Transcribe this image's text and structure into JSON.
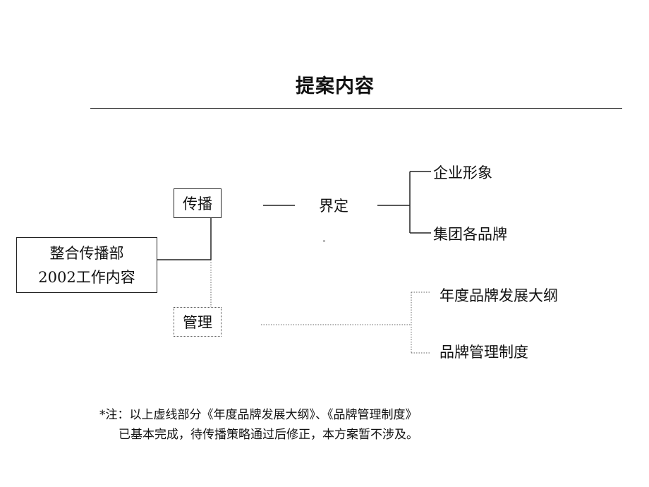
{
  "page": {
    "title": "提案内容"
  },
  "diagram": {
    "source_box": {
      "line1": "整合传播部",
      "line2": "2002工作内容"
    },
    "branch_top": {
      "label": "传播",
      "middle": "界定",
      "leaves": [
        "企业形象",
        "集团各品牌"
      ]
    },
    "branch_bottom": {
      "label": "管理",
      "leaves": [
        "年度品牌发展大纲",
        "品牌管理制度"
      ]
    }
  },
  "note": {
    "line1": "*注：以上虚线部分《年度品牌发展大纲》、《品牌管理制度》",
    "line2": "已基本完成，待传播策略通过后修正，本方案暂不涉及。"
  }
}
